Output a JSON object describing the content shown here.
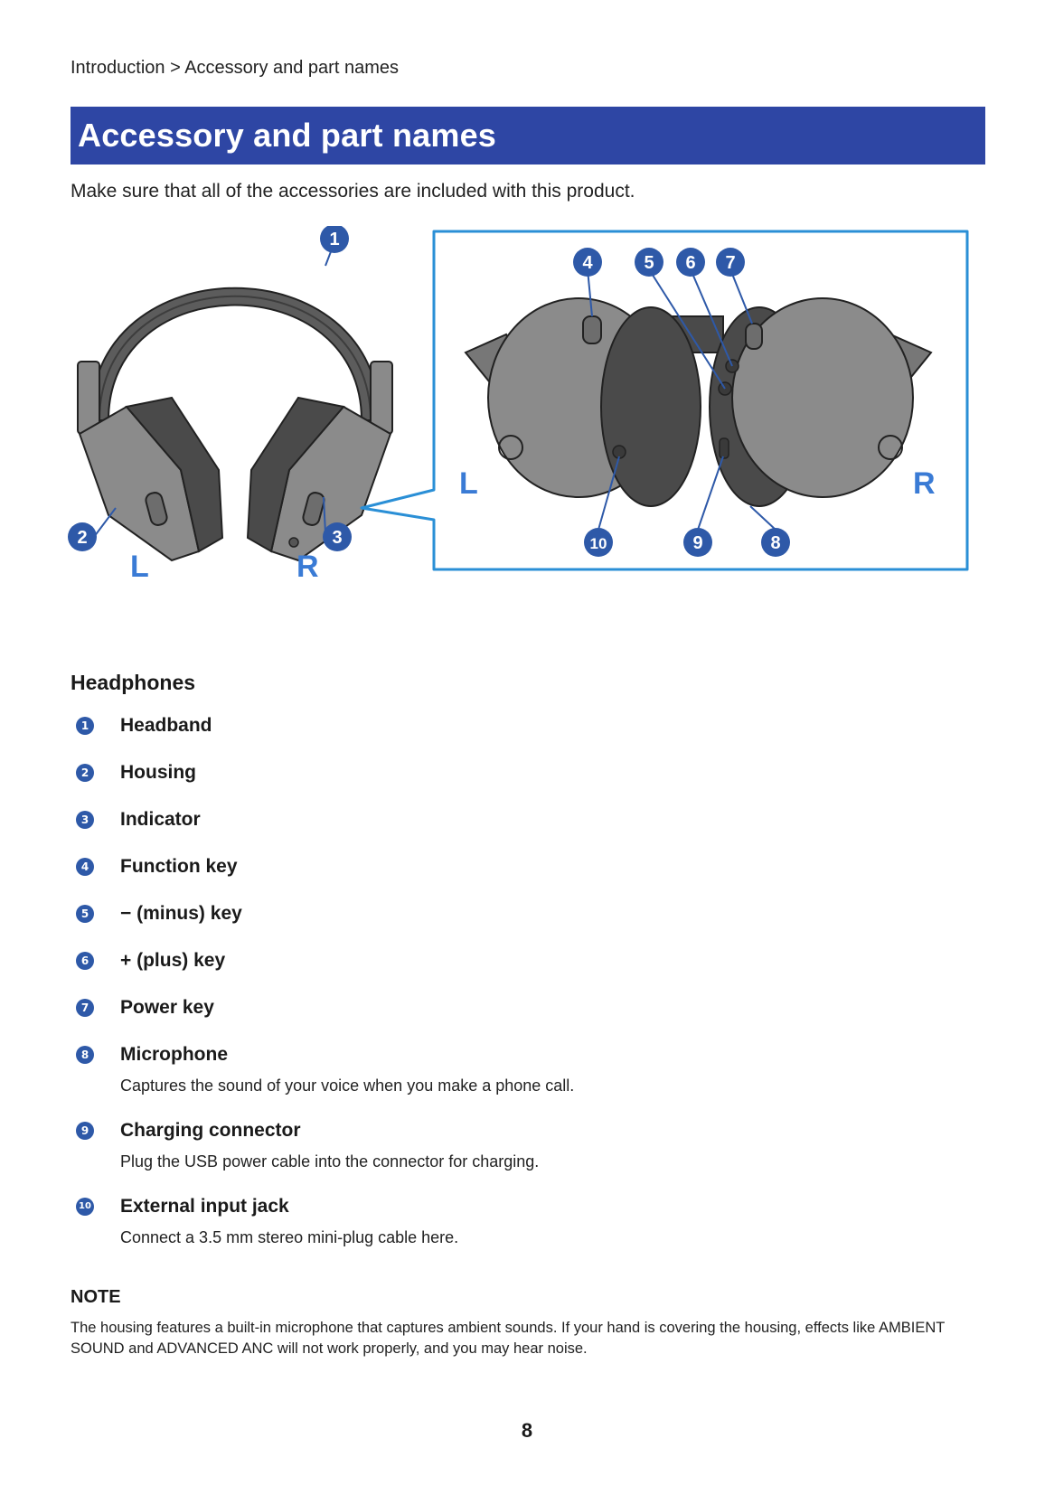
{
  "breadcrumb": "Introduction > Accessory and part names",
  "title": "Accessory and part names",
  "intro": "Make sure that all of the accessories are included with this product.",
  "figure": {
    "left_label": "L",
    "right_label": "R",
    "callouts": [
      "1",
      "2",
      "3",
      "4",
      "5",
      "6",
      "7",
      "8",
      "9",
      "10"
    ]
  },
  "section_heading": "Headphones",
  "parts": [
    {
      "num": "1",
      "name": "Headband",
      "desc": ""
    },
    {
      "num": "2",
      "name": "Housing",
      "desc": ""
    },
    {
      "num": "3",
      "name": "Indicator",
      "desc": ""
    },
    {
      "num": "4",
      "name": "Function key",
      "desc": ""
    },
    {
      "num": "5",
      "name": "− (minus) key",
      "desc": ""
    },
    {
      "num": "6",
      "name": "+ (plus) key",
      "desc": ""
    },
    {
      "num": "7",
      "name": "Power key",
      "desc": ""
    },
    {
      "num": "8",
      "name": "Microphone",
      "desc": "Captures the sound of your voice when you make a phone call."
    },
    {
      "num": "9",
      "name": "Charging connector",
      "desc": "Plug the USB power cable into the connector for charging."
    },
    {
      "num": "10",
      "name": "External input jack",
      "desc": "Connect a 3.5 mm stereo mini-plug cable here."
    }
  ],
  "note": {
    "title": "NOTE",
    "text": "The housing features a built-in microphone that captures ambient sounds. If your hand is covering the housing, effects like AMBIENT SOUND and ADVANCED ANC will not work properly, and you may hear noise."
  },
  "page_number": "8",
  "colors": {
    "accent": "#2e46a4",
    "callout": "#2e59a8",
    "frame": "#2a8fd6"
  }
}
